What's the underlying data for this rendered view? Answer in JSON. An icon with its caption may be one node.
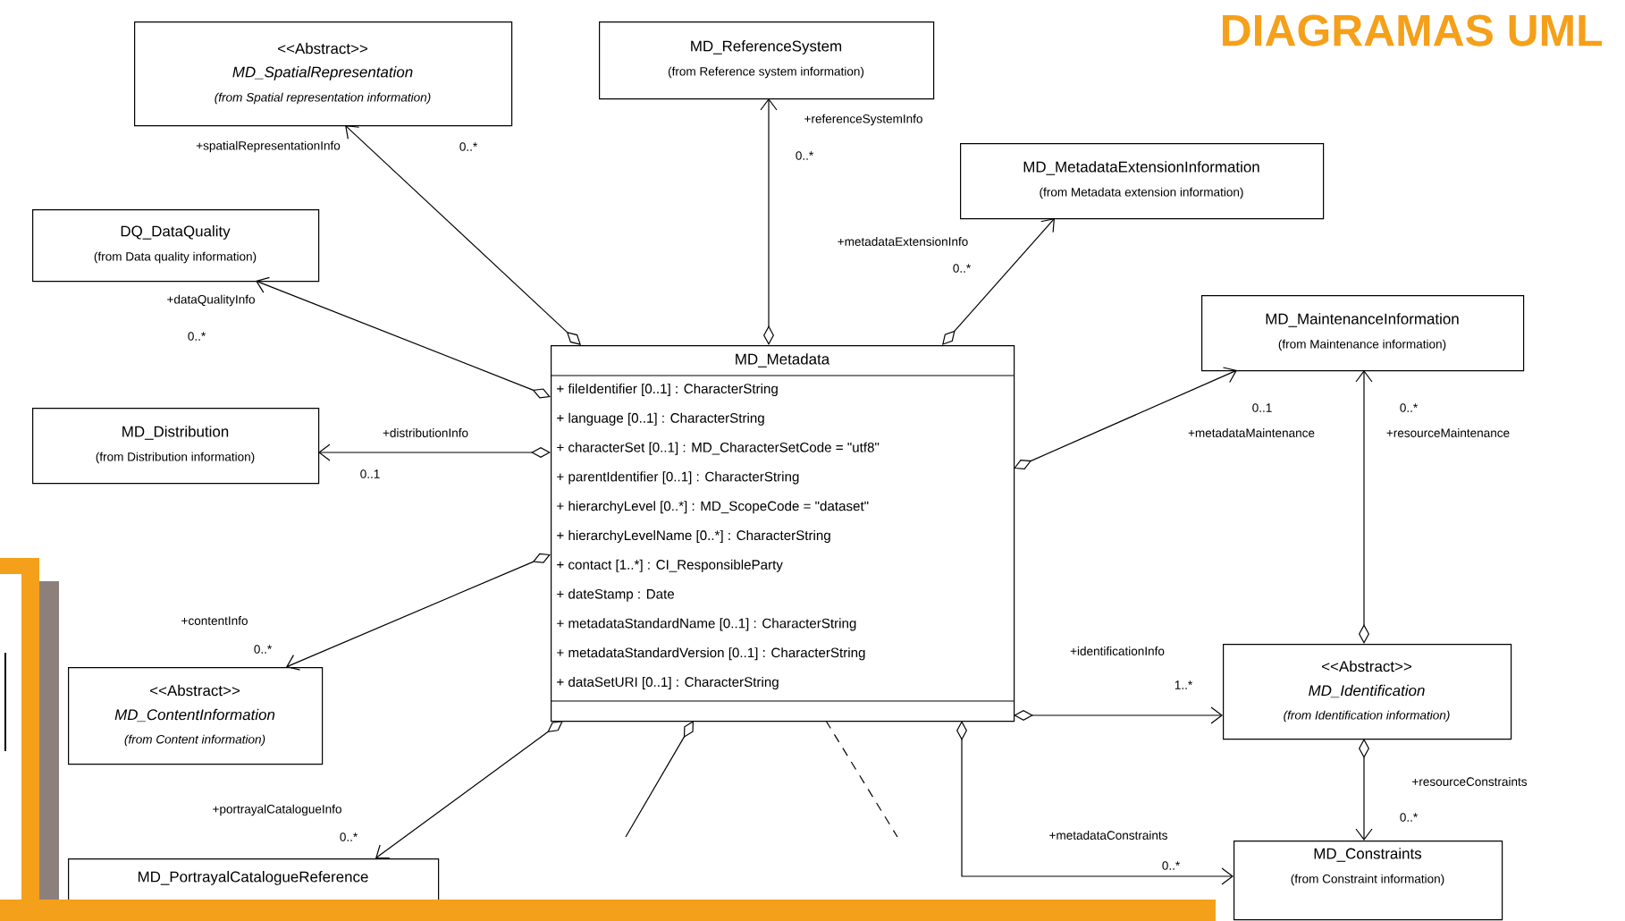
{
  "diagram": {
    "title": "DIAGRAMAS UML",
    "nodes": [
      {
        "text": [
          "MD_Metadata",
          "+ fileIdentifier [0..1] : CharacterString",
          "+ language [0..1] : CharacterString",
          "+ characterSet [0..1] : MD_CharacterSetCode = \"utf8\"",
          "+ parentIdentifier [0..1] : CharacterString",
          "+ hierarchyLevel [0..*] : MD_ScopeCode = \"dataset\"",
          "+ hierarchyLevelName [0..*] : CharacterString",
          "+ contact [1..*] : CI_ResponsibleParty",
          "+ dateStamp : Date",
          "+ metadataStandardName [0..1] : CharacterString",
          "+ metadataStandardVersion [0..1] : CharacterString",
          "+ dataSetURI [0..1] : CharacterString"
        ]
      },
      {
        "text": [
          "<<Abstract>>",
          "MD_SpatialRepresentation",
          "(from Spatial representation information)"
        ]
      },
      {
        "text": [
          "MD_ReferenceSystem",
          "(from Reference system information)"
        ]
      },
      {
        "text": [
          "DQ_DataQuality",
          "(from Data quality information)"
        ]
      },
      {
        "text": [
          "MD_MetadataExtensionInformation",
          "(from Metadata extension information)"
        ]
      },
      {
        "text": [
          "MD_MaintenanceInformation",
          "(from Maintenance information)"
        ]
      },
      {
        "text": [
          "MD_Distribution",
          "(from Distribution information)"
        ]
      },
      {
        "text": [
          "<<Abstract>>",
          "MD_ContentInformation",
          "(from Content information)"
        ]
      },
      {
        "text": [
          "<<Abstract>>",
          "MD_Identification",
          "(from Identification information)"
        ]
      },
      {
        "text": [
          "MD_PortrayalCatalogueReference"
        ]
      },
      {
        "text": [
          "MD_Constraints",
          "(from Constraint information)"
        ]
      }
    ],
    "edges": [
      {
        "from": 0,
        "to": 1,
        "arrow": "to",
        "label": "+spatialRepresentationInfo"
      },
      {
        "from": 0,
        "to": 2,
        "arrow": "to",
        "label": "+referenceSystemInfo"
      },
      {
        "from": 0,
        "to": 3,
        "arrow": "to",
        "label": "+dataQualityInfo"
      },
      {
        "from": 0,
        "to": 4,
        "arrow": "to",
        "label": "+metadataExtensionInfo"
      },
      {
        "from": 0,
        "to": 6,
        "arrow": "to",
        "label": "+distributionInfo"
      },
      {
        "from": 0,
        "to": 5,
        "arrow": "to",
        "label": "+metadataMaintenance"
      },
      {
        "from": 8,
        "to": 5,
        "arrow": "to",
        "label": "+resourceMaintenance"
      },
      {
        "from": 0,
        "to": 7,
        "arrow": "to",
        "label": "+contentInfo"
      },
      {
        "from": 0,
        "to": 8,
        "arrow": "to",
        "label": "+identificationInfo"
      },
      {
        "from": 8,
        "to": 10,
        "arrow": "to",
        "label": "+resourceConstraints"
      },
      {
        "from": 0,
        "to": 10,
        "arrow": "to",
        "label": "+metadataConstraints"
      },
      {
        "from": 0,
        "to": 9,
        "arrow": "to",
        "label": "+portrayalCatalogueInfo"
      },
      {
        "from": 0,
        "to": null,
        "arrow": "other"
      },
      {
        "from": 0,
        "to": null,
        "arrow": "none",
        "style": "dashed"
      }
    ],
    "labels": [
      "0..*",
      "0..*",
      "0..*",
      "0..*",
      "0..1",
      "0..*",
      "0..1",
      "0..*",
      "1..*",
      "0..*",
      "0..*",
      "0..*"
    ]
  }
}
